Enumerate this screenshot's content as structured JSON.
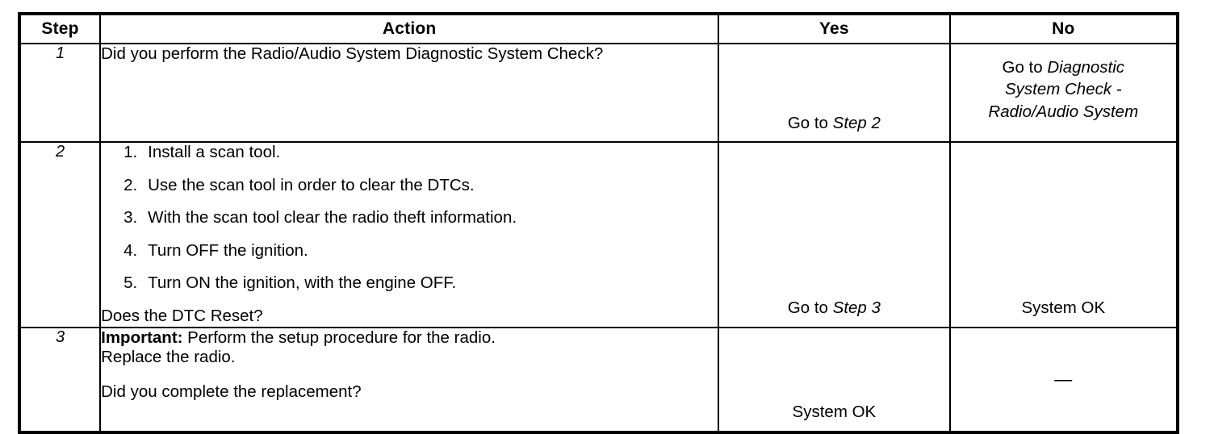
{
  "table": {
    "headers": [
      "Step",
      "Action",
      "Yes",
      "No"
    ],
    "rows": [
      {
        "step": "1",
        "action": {
          "type": "paragraph",
          "text": "Did you perform the Radio/Audio System Diagnostic System Check?"
        },
        "yes": {
          "prefix": "Go to ",
          "italic": "Step 2"
        },
        "no": {
          "prefix": "Go to ",
          "italic_lines": [
            "Diagnostic",
            "System Check -",
            "Radio/Audio System"
          ]
        }
      },
      {
        "step": "2",
        "action": {
          "type": "list",
          "items": [
            {
              "num": "1.",
              "text": "Install a scan tool."
            },
            {
              "num": "2.",
              "text": "Use the scan tool in order to clear the DTCs."
            },
            {
              "num": "3.",
              "text": "With the scan tool clear the radio theft information."
            },
            {
              "num": "4.",
              "text": "Turn OFF the ignition."
            },
            {
              "num": "5.",
              "text": "Turn ON the ignition, with the engine OFF."
            }
          ],
          "question": "Does the DTC Reset?"
        },
        "yes": {
          "prefix": "Go to ",
          "italic": "Step 3"
        },
        "no": {
          "text": "System OK"
        }
      },
      {
        "step": "3",
        "action": {
          "type": "important",
          "label": "Important:",
          "label_rest": " Perform the setup procedure for the radio.",
          "line2": "Replace the radio.",
          "question": "Did you complete the replacement?"
        },
        "yes": {
          "text": "System OK"
        },
        "no": {
          "text": "—"
        }
      }
    ]
  }
}
